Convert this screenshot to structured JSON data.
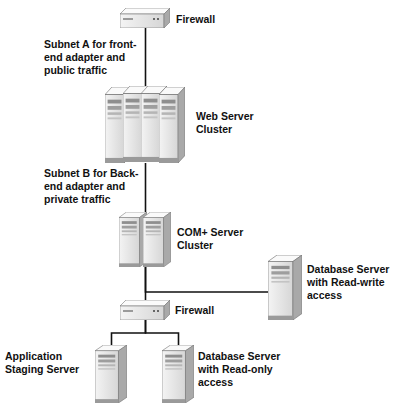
{
  "diagram": {
    "nodes": [
      {
        "text": [
          "Firewall"
        ]
      },
      {
        "text": [
          "Web Server Cluster"
        ]
      },
      {
        "text": [
          "COM+ Server Cluster"
        ]
      },
      {
        "text": [
          "Database Server with Read-write access"
        ]
      },
      {
        "text": [
          "Firewall"
        ]
      },
      {
        "text": [
          "Application Staging Server"
        ]
      },
      {
        "text": [
          "Database Server with Read-only access"
        ]
      }
    ],
    "edges": [
      {
        "from": 0,
        "to": 1,
        "arrow": "none",
        "label": "Subnet A for front-end adapter and public traffic"
      },
      {
        "from": 1,
        "to": 2,
        "arrow": "none",
        "label": "Subnet B for Back-end adapter and private traffic"
      },
      {
        "from": 2,
        "to": 3,
        "arrow": "none"
      },
      {
        "from": 2,
        "to": 4,
        "arrow": "none"
      },
      {
        "from": 4,
        "to": 5,
        "arrow": "none"
      },
      {
        "from": 4,
        "to": 6,
        "arrow": "none"
      }
    ]
  }
}
